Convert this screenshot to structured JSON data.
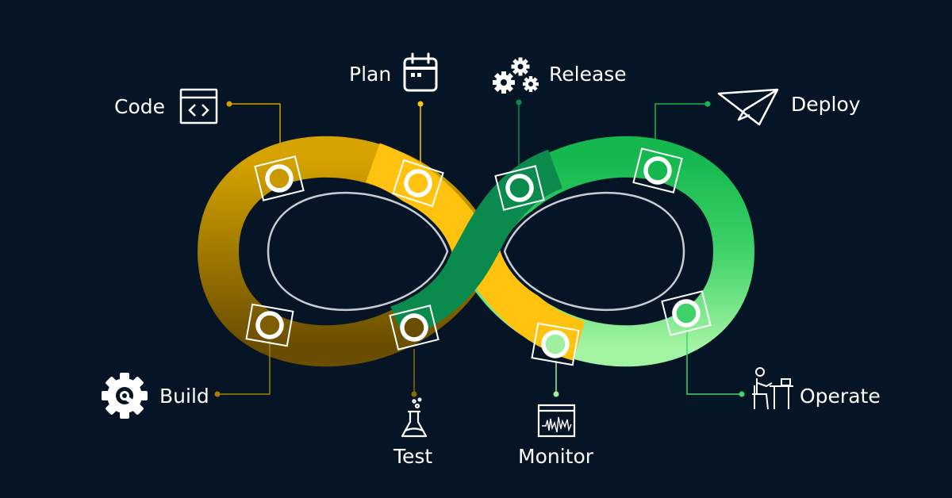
{
  "stages": {
    "code": "Code",
    "plan": "Plan",
    "release": "Release",
    "deploy": "Deploy",
    "build": "Build",
    "test": "Test",
    "monitor": "Monitor",
    "operate": "Operate"
  },
  "colors": {
    "background": "#061526",
    "dev_gold_dark": "#6a4d00",
    "dev_gold": "#c99a00",
    "dev_yellow": "#ffc20e",
    "ops_green_dark": "#0b8a4d",
    "ops_green": "#14b84e",
    "ops_green_light": "#41d46a",
    "ops_mint": "#9ef09e",
    "outline": "#c8cdd2",
    "label": "#ffffff"
  },
  "icons": [
    "code-window-icon",
    "calendar-icon",
    "gears-icon",
    "paper-plane-icon",
    "gear-wrench-icon",
    "flask-icon",
    "monitor-waveform-icon",
    "person-at-desk-icon"
  ]
}
